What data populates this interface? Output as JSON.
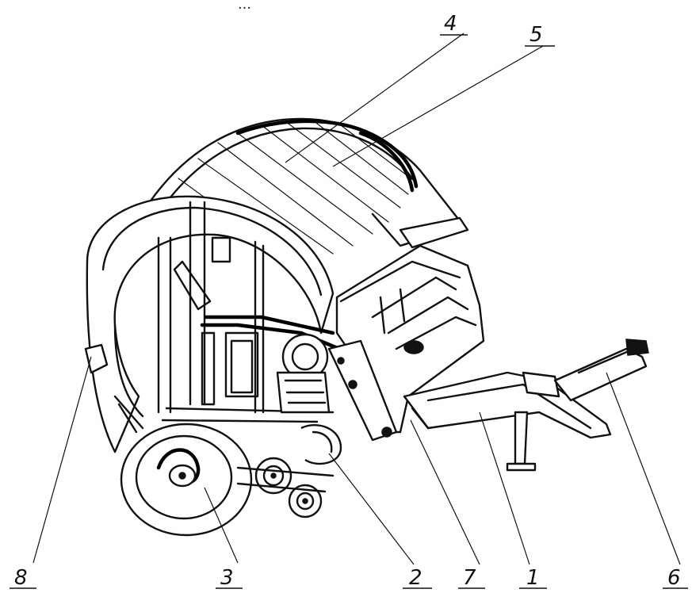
{
  "caption_fragment": "…",
  "callouts": [
    {
      "id": "1",
      "text": "1"
    },
    {
      "id": "2",
      "text": "2"
    },
    {
      "id": "3",
      "text": "3"
    },
    {
      "id": "4",
      "text": "4"
    },
    {
      "id": "5",
      "text": "5"
    },
    {
      "id": "6",
      "text": "6"
    },
    {
      "id": "7",
      "text": "7"
    },
    {
      "id": "8",
      "text": "8"
    }
  ],
  "colors": {
    "ink": "#111111",
    "background": "#ffffff"
  }
}
